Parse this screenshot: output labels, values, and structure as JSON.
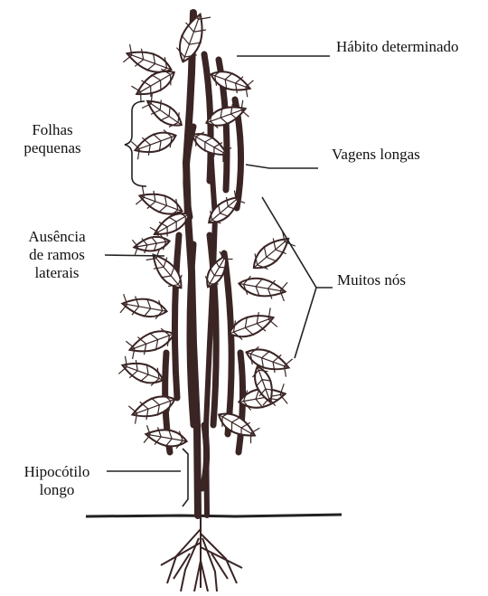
{
  "labels": {
    "habito": "Hábito determinado",
    "vagens": "Vagens longas",
    "muitos_nos": "Muitos nós",
    "folhas": [
      "Folhas",
      "pequenas"
    ],
    "ausencia": [
      "Ausência",
      "de ramos",
      "laterais"
    ],
    "hipocotilo": [
      "Hipocótilo",
      "longo"
    ]
  },
  "colors": {
    "ink": "#3a2424",
    "leaf_fill": "#ffffff",
    "line": "#222222"
  }
}
